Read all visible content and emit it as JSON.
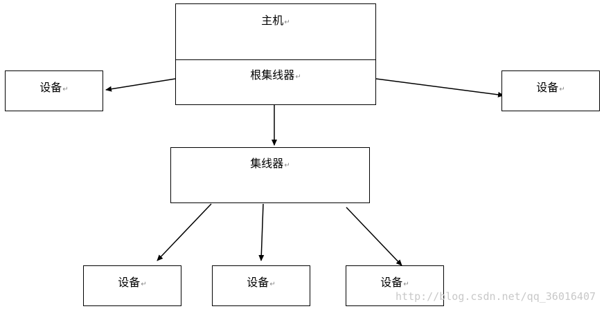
{
  "host_block": {
    "host_label": "主机",
    "root_hub_label": "根集线器"
  },
  "hub": {
    "label": "集线器"
  },
  "devices": {
    "left": "设备",
    "right": "设备",
    "bottom_1": "设备",
    "bottom_2": "设备",
    "bottom_3": "设备"
  },
  "return_mark": "↵",
  "watermark": "http://blog.csdn.net/qq_36016407",
  "colors": {
    "stroke": "#000000",
    "background": "#ffffff",
    "watermark": "#c8c8c8"
  }
}
